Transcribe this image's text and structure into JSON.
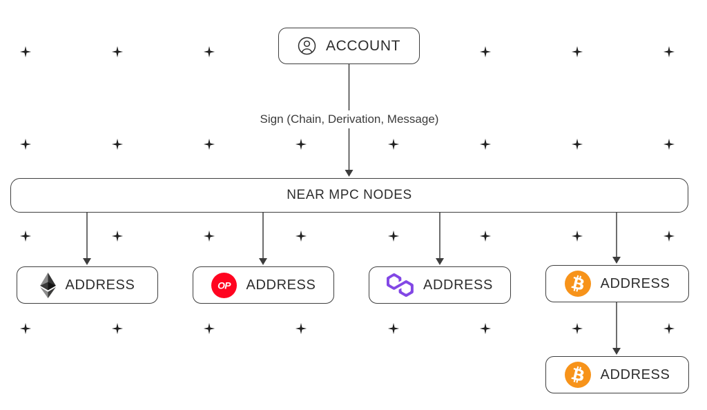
{
  "diagram": {
    "account_box": {
      "label": "ACCOUNT",
      "icon": "user-icon"
    },
    "sign_arrow_label": "Sign (Chain, Derivation, Message)",
    "mpc_box": {
      "label": "NEAR MPC NODES"
    },
    "address_boxes": [
      {
        "chain": "ethereum",
        "icon": "ethereum-icon",
        "label": "ADDRESS"
      },
      {
        "chain": "optimism",
        "icon": "optimism-icon",
        "icon_text": "OP",
        "label": "ADDRESS"
      },
      {
        "chain": "polygon",
        "icon": "polygon-icon",
        "label": "ADDRESS"
      },
      {
        "chain": "bitcoin",
        "icon": "bitcoin-icon",
        "label": "ADDRESS"
      },
      {
        "chain": "bitcoin",
        "icon": "bitcoin-icon",
        "label": "ADDRESS"
      }
    ],
    "colors": {
      "optimism_red": "#ff0420",
      "polygon_purple": "#8247e5",
      "bitcoin_orange": "#f7931a",
      "line": "#3c3c3c",
      "text": "#2d2d2d"
    }
  }
}
